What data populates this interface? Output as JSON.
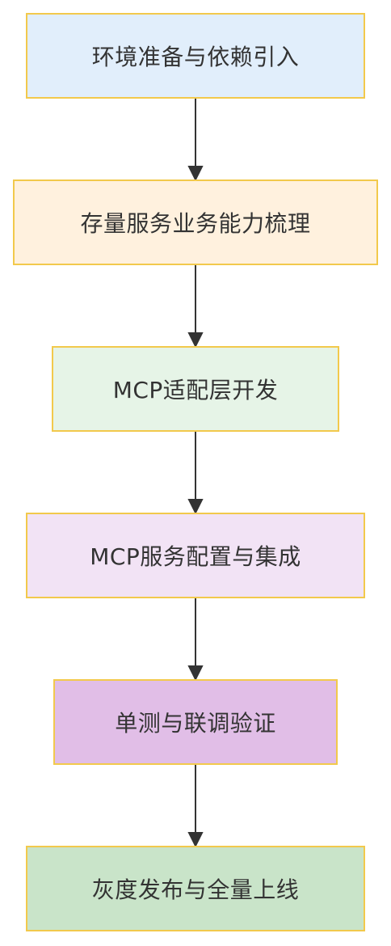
{
  "steps": [
    {
      "label": "环境准备与依赖引入",
      "fill": "#e1eefb"
    },
    {
      "label": "存量服务业务能力梳理",
      "fill": "#fff1de"
    },
    {
      "label": "MCP适配层开发",
      "fill": "#e6f4e7"
    },
    {
      "label": "MCP服务配置与集成",
      "fill": "#f2e3f5"
    },
    {
      "label": "单测与联调验证",
      "fill": "#e1bee7"
    },
    {
      "label": "灰度发布与全量上线",
      "fill": "#c9e4c9"
    }
  ],
  "colors": {
    "node_border": "#f2c94c",
    "connector": "#333333",
    "text": "#333333"
  }
}
